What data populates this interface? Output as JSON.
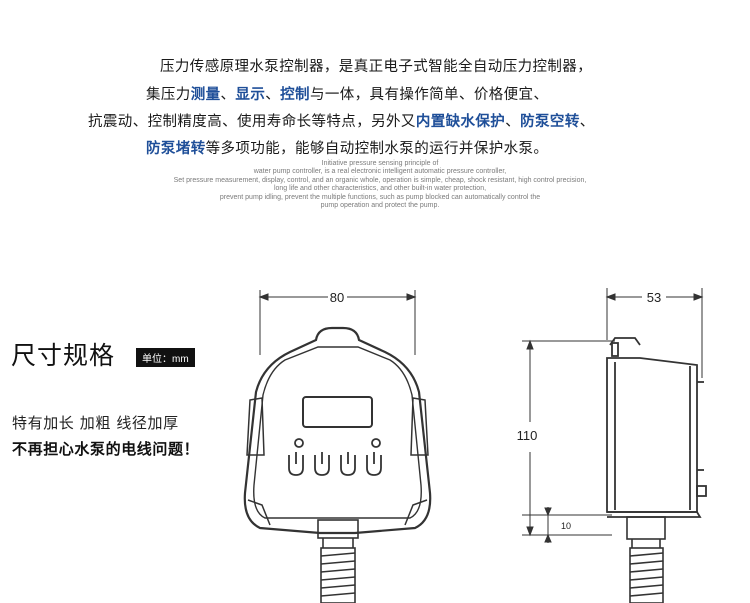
{
  "intro_cn": {
    "line1": "压力传感原理水泵控制器，是真正电子式智能全自动压力控制器，",
    "line2_a": "集压力",
    "line2_h1": "测量",
    "line2_b": "、",
    "line2_h2": "显示",
    "line2_c": "、",
    "line2_h3": "控制",
    "line2_d": "与一体，具有操作简单、价格便宜、",
    "line3_a": "抗震动、控制精度高、使用寿命长等特点，另外又",
    "line3_h1": "内置缺水保护",
    "line3_b": "、",
    "line3_h2": "防泵空转",
    "line3_c": "、",
    "line4_h1": "防泵堵转",
    "line4_a": "等多项功能，能够自动控制水泵的运行并保护水泵。"
  },
  "intro_en": [
    "Initiative pressure sensing principle of",
    "water pump controller, is a real electronic intelligent automatic pressure controller,",
    "Set pressure measurement, display, control, and an organic whole, operation is simple, cheap, shock resistant, high control precision,",
    "long life and other characteristics, and other built-in water protection,",
    "prevent pump idling, prevent the multiple functions, such as pump blocked can automatically control the",
    "pump operation and protect the pump."
  ],
  "spec": {
    "title": "尺寸规格",
    "unit": "单位：mm",
    "feature_line1": "特有加长 加粗 线径加厚",
    "feature_line2": "不再担心水泵的电线问题！"
  },
  "dimensions": {
    "width": "80",
    "depth": "53",
    "height": "110",
    "thread": "10"
  },
  "colors": {
    "highlight": "#1f4f99",
    "line": "#333333"
  }
}
